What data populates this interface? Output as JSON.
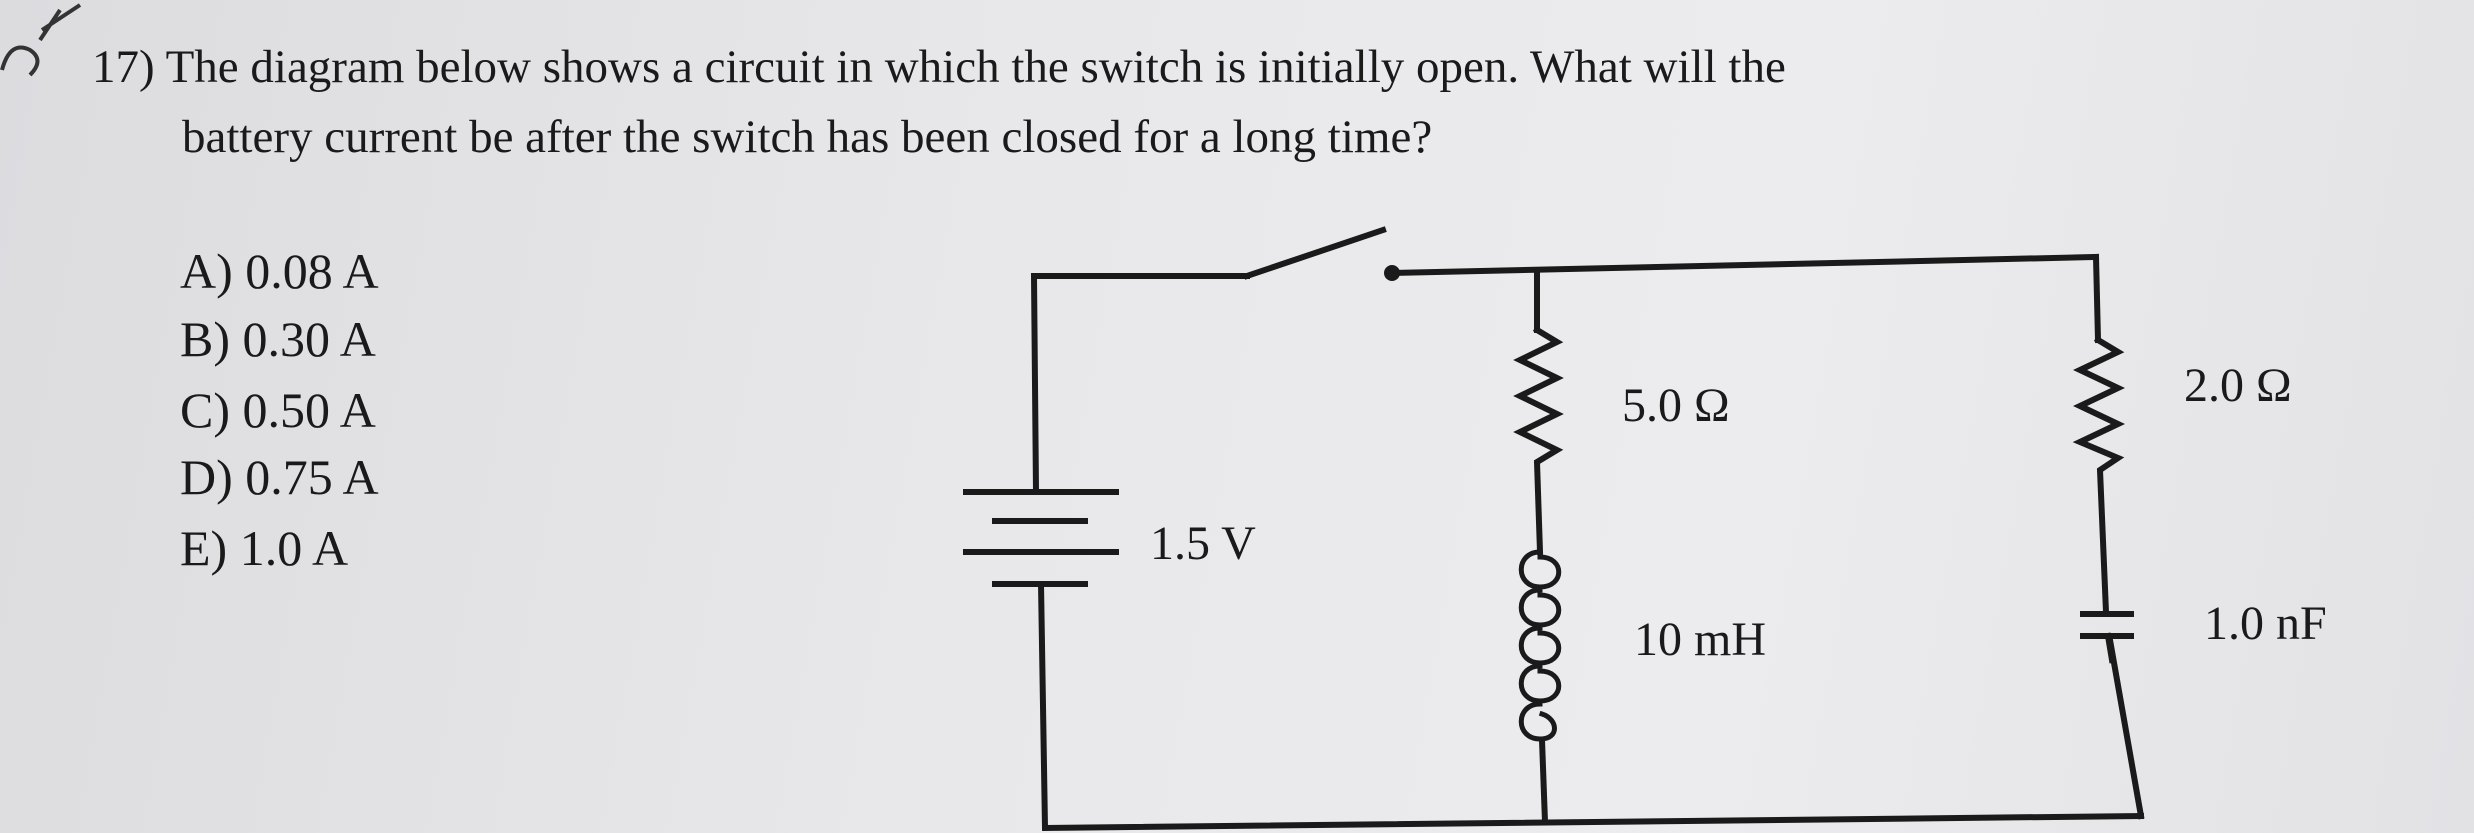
{
  "question": {
    "number": "17)",
    "line1": "The diagram below shows a circuit in which the switch is initially open.  What will the",
    "line2": "battery current be after the switch has been closed for a long time?"
  },
  "options": [
    {
      "letter": "A)",
      "text": "0.08 A"
    },
    {
      "letter": "B)",
      "text": "0.30 A"
    },
    {
      "letter": "C)",
      "text": "0.50 A"
    },
    {
      "letter": "D)",
      "text": "0.75 A"
    },
    {
      "letter": "E)",
      "text": "1.0 A"
    }
  ],
  "circuit": {
    "battery": "1.5 V",
    "resistor_1": "5.0 Ω",
    "inductor": "10 mH",
    "resistor_2": "2.0 Ω",
    "capacitor": "1.0 nF",
    "switch_state": "open"
  }
}
